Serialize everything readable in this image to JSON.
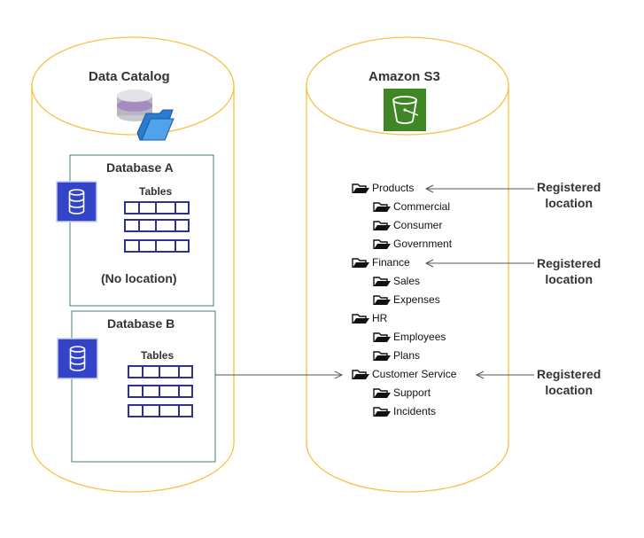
{
  "catalog": {
    "title": "Data Catalog",
    "icon": "database-folder-icon",
    "databases": [
      {
        "name": "Database A",
        "tables_label": "Tables",
        "note": "(No location)",
        "icon": "database-icon"
      },
      {
        "name": "Database B",
        "tables_label": "Tables",
        "note": "",
        "icon": "database-icon"
      }
    ]
  },
  "s3": {
    "title": "Amazon S3",
    "icon": "s3-bucket-icon",
    "folders": [
      {
        "label": "Products",
        "level": 0
      },
      {
        "label": "Commercial",
        "level": 1
      },
      {
        "label": "Consumer",
        "level": 1
      },
      {
        "label": "Government",
        "level": 1
      },
      {
        "label": "Finance",
        "level": 0
      },
      {
        "label": "Sales",
        "level": 1
      },
      {
        "label": "Expenses",
        "level": 1
      },
      {
        "label": "HR",
        "level": 0
      },
      {
        "label": "Employees",
        "level": 1
      },
      {
        "label": "Plans",
        "level": 1
      },
      {
        "label": "Customer Service",
        "level": 0
      },
      {
        "label": "Support",
        "level": 1
      },
      {
        "label": "Incidents",
        "level": 1
      }
    ]
  },
  "registered_label": [
    "Registered",
    "location"
  ],
  "colors": {
    "cylinder_stroke": "#f5c242",
    "db_box_stroke": "#3f7d7a",
    "table_stroke": "#2e3192",
    "db_icon": "#3344c8",
    "s3_green": "#3f8624",
    "arrow": "#555555"
  }
}
